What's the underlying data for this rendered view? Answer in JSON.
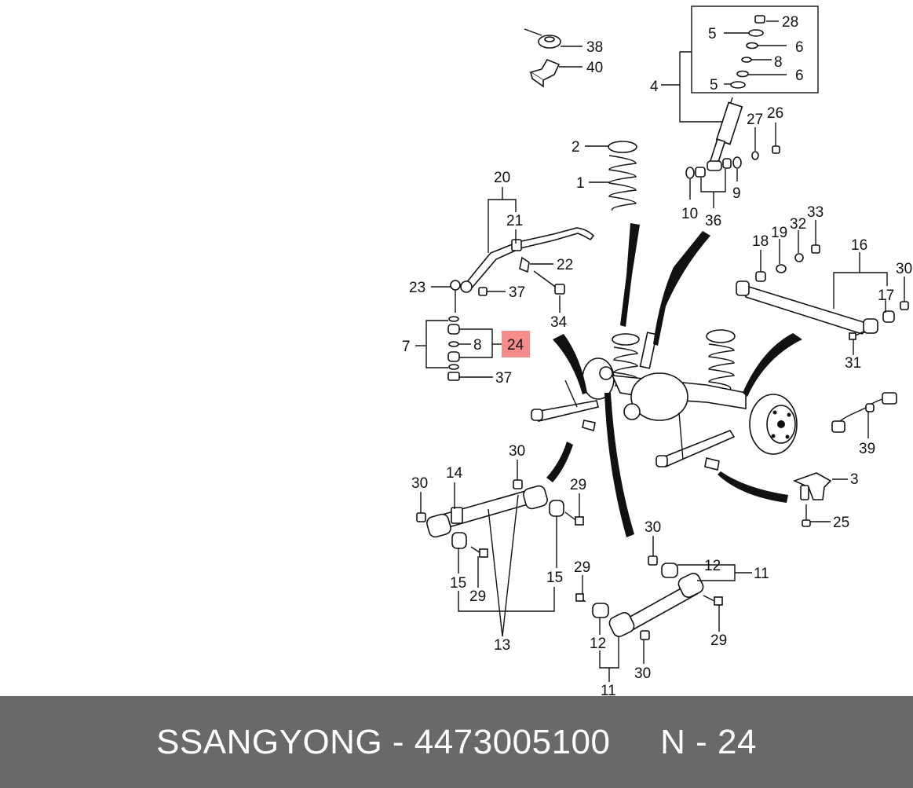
{
  "callouts": [
    {
      "id": "c38",
      "text": "38"
    },
    {
      "id": "c40",
      "text": "40"
    },
    {
      "id": "c28",
      "text": "28"
    },
    {
      "id": "c5a",
      "text": "5"
    },
    {
      "id": "c6a",
      "text": "6"
    },
    {
      "id": "c8a",
      "text": "8"
    },
    {
      "id": "c5b",
      "text": "5"
    },
    {
      "id": "c6b",
      "text": "6"
    },
    {
      "id": "c4",
      "text": "4"
    },
    {
      "id": "c27",
      "text": "27"
    },
    {
      "id": "c26",
      "text": "26"
    },
    {
      "id": "c2",
      "text": "2"
    },
    {
      "id": "c1",
      "text": "1"
    },
    {
      "id": "c10",
      "text": "10"
    },
    {
      "id": "c9",
      "text": "9"
    },
    {
      "id": "c36",
      "text": "36"
    },
    {
      "id": "c20",
      "text": "20"
    },
    {
      "id": "c21",
      "text": "21"
    },
    {
      "id": "c22",
      "text": "22"
    },
    {
      "id": "c23",
      "text": "23"
    },
    {
      "id": "c37a",
      "text": "37"
    },
    {
      "id": "c34",
      "text": "34"
    },
    {
      "id": "c7",
      "text": "7"
    },
    {
      "id": "c8b",
      "text": "8"
    },
    {
      "id": "c24",
      "text": "24"
    },
    {
      "id": "c37b",
      "text": "37"
    },
    {
      "id": "c18",
      "text": "18"
    },
    {
      "id": "c19",
      "text": "19"
    },
    {
      "id": "c32",
      "text": "32"
    },
    {
      "id": "c33",
      "text": "33"
    },
    {
      "id": "c16",
      "text": "16"
    },
    {
      "id": "c30a",
      "text": "30"
    },
    {
      "id": "c17",
      "text": "17"
    },
    {
      "id": "c31",
      "text": "31"
    },
    {
      "id": "c39",
      "text": "39"
    },
    {
      "id": "c3",
      "text": "3"
    },
    {
      "id": "c25",
      "text": "25"
    },
    {
      "id": "c30b",
      "text": "30"
    },
    {
      "id": "c14",
      "text": "14"
    },
    {
      "id": "c30c",
      "text": "30"
    },
    {
      "id": "c29a",
      "text": "29"
    },
    {
      "id": "c15a",
      "text": "15"
    },
    {
      "id": "c29b",
      "text": "29"
    },
    {
      "id": "c15b",
      "text": "15"
    },
    {
      "id": "c13",
      "text": "13"
    },
    {
      "id": "c30d",
      "text": "30"
    },
    {
      "id": "c12a",
      "text": "12"
    },
    {
      "id": "c11a",
      "text": "11"
    },
    {
      "id": "c29c",
      "text": "29"
    },
    {
      "id": "c29d",
      "text": "29"
    },
    {
      "id": "c12b",
      "text": "12"
    },
    {
      "id": "c30e",
      "text": "30"
    },
    {
      "id": "c11b",
      "text": "11"
    }
  ],
  "highlight": {
    "text": "24",
    "color": "#f58c8c"
  },
  "footer": {
    "text": "SSANGYONG - 4473005100     N - 24",
    "background": "#696969",
    "color": "#ffffff"
  }
}
